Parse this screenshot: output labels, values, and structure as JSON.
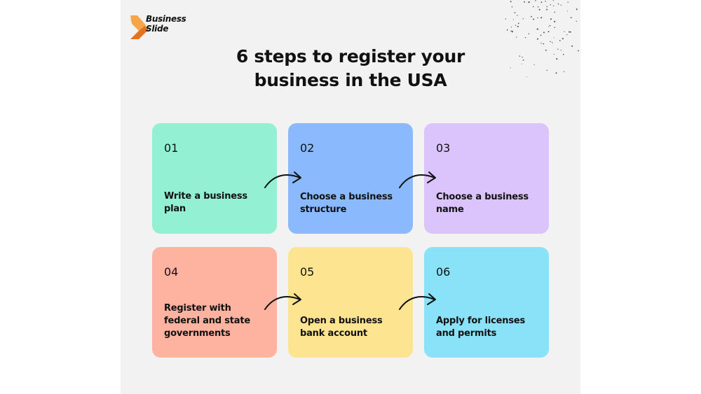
{
  "brand": {
    "line1": "Business",
    "line2": "Slide",
    "colors": {
      "orange_light": "#f5a54a",
      "orange_dark": "#e3731f"
    }
  },
  "title": {
    "line1": "6 steps to register your",
    "line2": "business in the USA"
  },
  "steps": [
    {
      "number": "01",
      "label": "Write a business plan",
      "color": "#93f0d3"
    },
    {
      "number": "02",
      "label": "Choose a business structure",
      "color": "#8ab9fd"
    },
    {
      "number": "03",
      "label": "Choose a business name",
      "color": "#dac4fb"
    },
    {
      "number": "04",
      "label": "Register with federal and state governments",
      "color": "#fdb3a0"
    },
    {
      "number": "05",
      "label": "Open a business bank account",
      "color": "#fde491"
    },
    {
      "number": "06",
      "label": "Apply for licenses and permits",
      "color": "#8ae2f9"
    }
  ],
  "colors": {
    "background": "#f2f2f2",
    "text": "#111111"
  }
}
